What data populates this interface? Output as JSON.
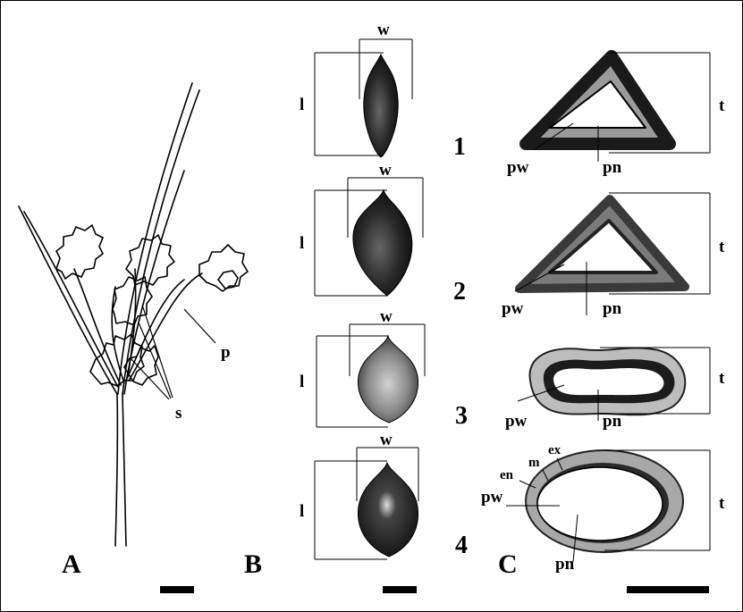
{
  "panels": {
    "a": "A",
    "b": "B",
    "c": "C"
  },
  "plant_labels": {
    "p": "p",
    "s": "s"
  },
  "seed_labels": {
    "length": "l",
    "width": "w"
  },
  "rows": [
    "1",
    "2",
    "3",
    "4"
  ],
  "section_labels": {
    "thickness": "t",
    "pw": "pw",
    "pn": "pn",
    "en": "en",
    "m": "m",
    "ex": "ex"
  }
}
